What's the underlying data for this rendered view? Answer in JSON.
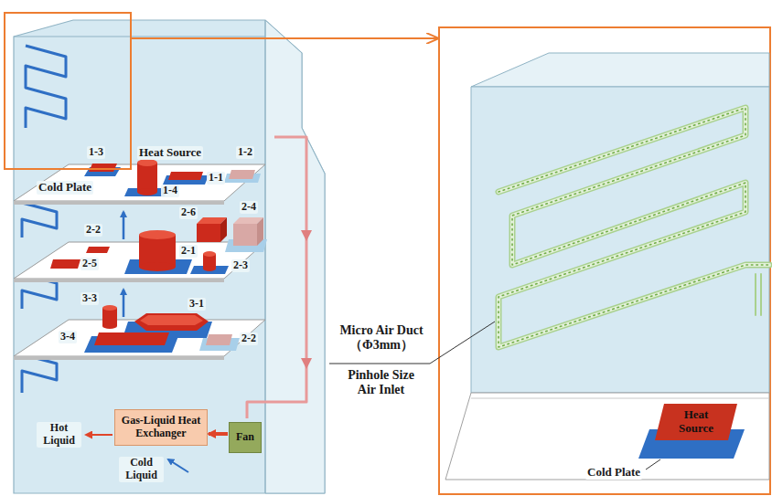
{
  "diagram": {
    "nodes": [
      {
        "text": [
          "Gas-Liquid Heat Exchanger"
        ]
      },
      {
        "text": [
          "Fan"
        ]
      },
      {
        "text": [
          "Heat Source"
        ]
      }
    ],
    "edges": [
      {
        "from": 1,
        "to": 0,
        "arrow": "to"
      }
    ],
    "labels": [
      "1-3",
      "Heat Source",
      "1-2",
      "Cold Plate",
      "1-1",
      "1-4",
      "2-2",
      "2-6",
      "2-4",
      "2-5",
      "2-1",
      "2-3",
      "3-3",
      "3-1",
      "2-2",
      "3-4",
      "Hot Liquid",
      "Cold Liquid",
      "Micro Air Duct （Φ3mm）",
      "Pinhole Size Air Inlet",
      "Cold Plate"
    ]
  }
}
